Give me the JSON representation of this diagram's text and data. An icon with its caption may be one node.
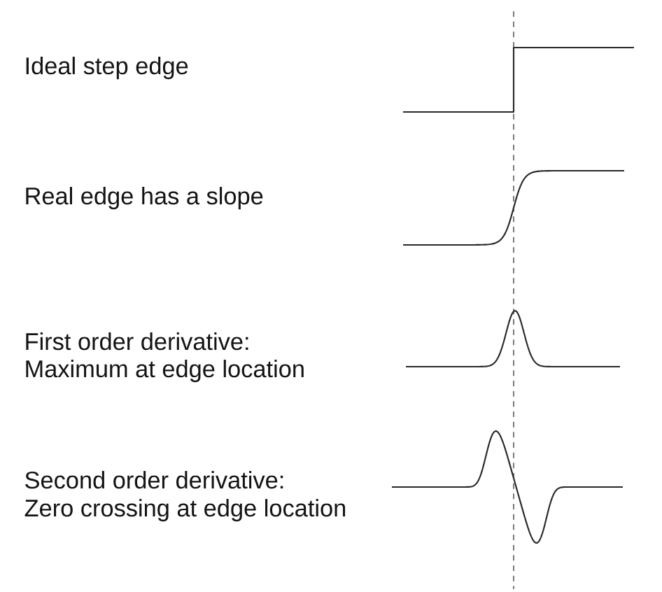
{
  "diagram": {
    "labels": [
      "Ideal step edge",
      "Real edge has a slope",
      "First order derivative:",
      "Maximum at edge location",
      "Second order derivative:",
      "Zero crossing at edge location"
    ]
  }
}
